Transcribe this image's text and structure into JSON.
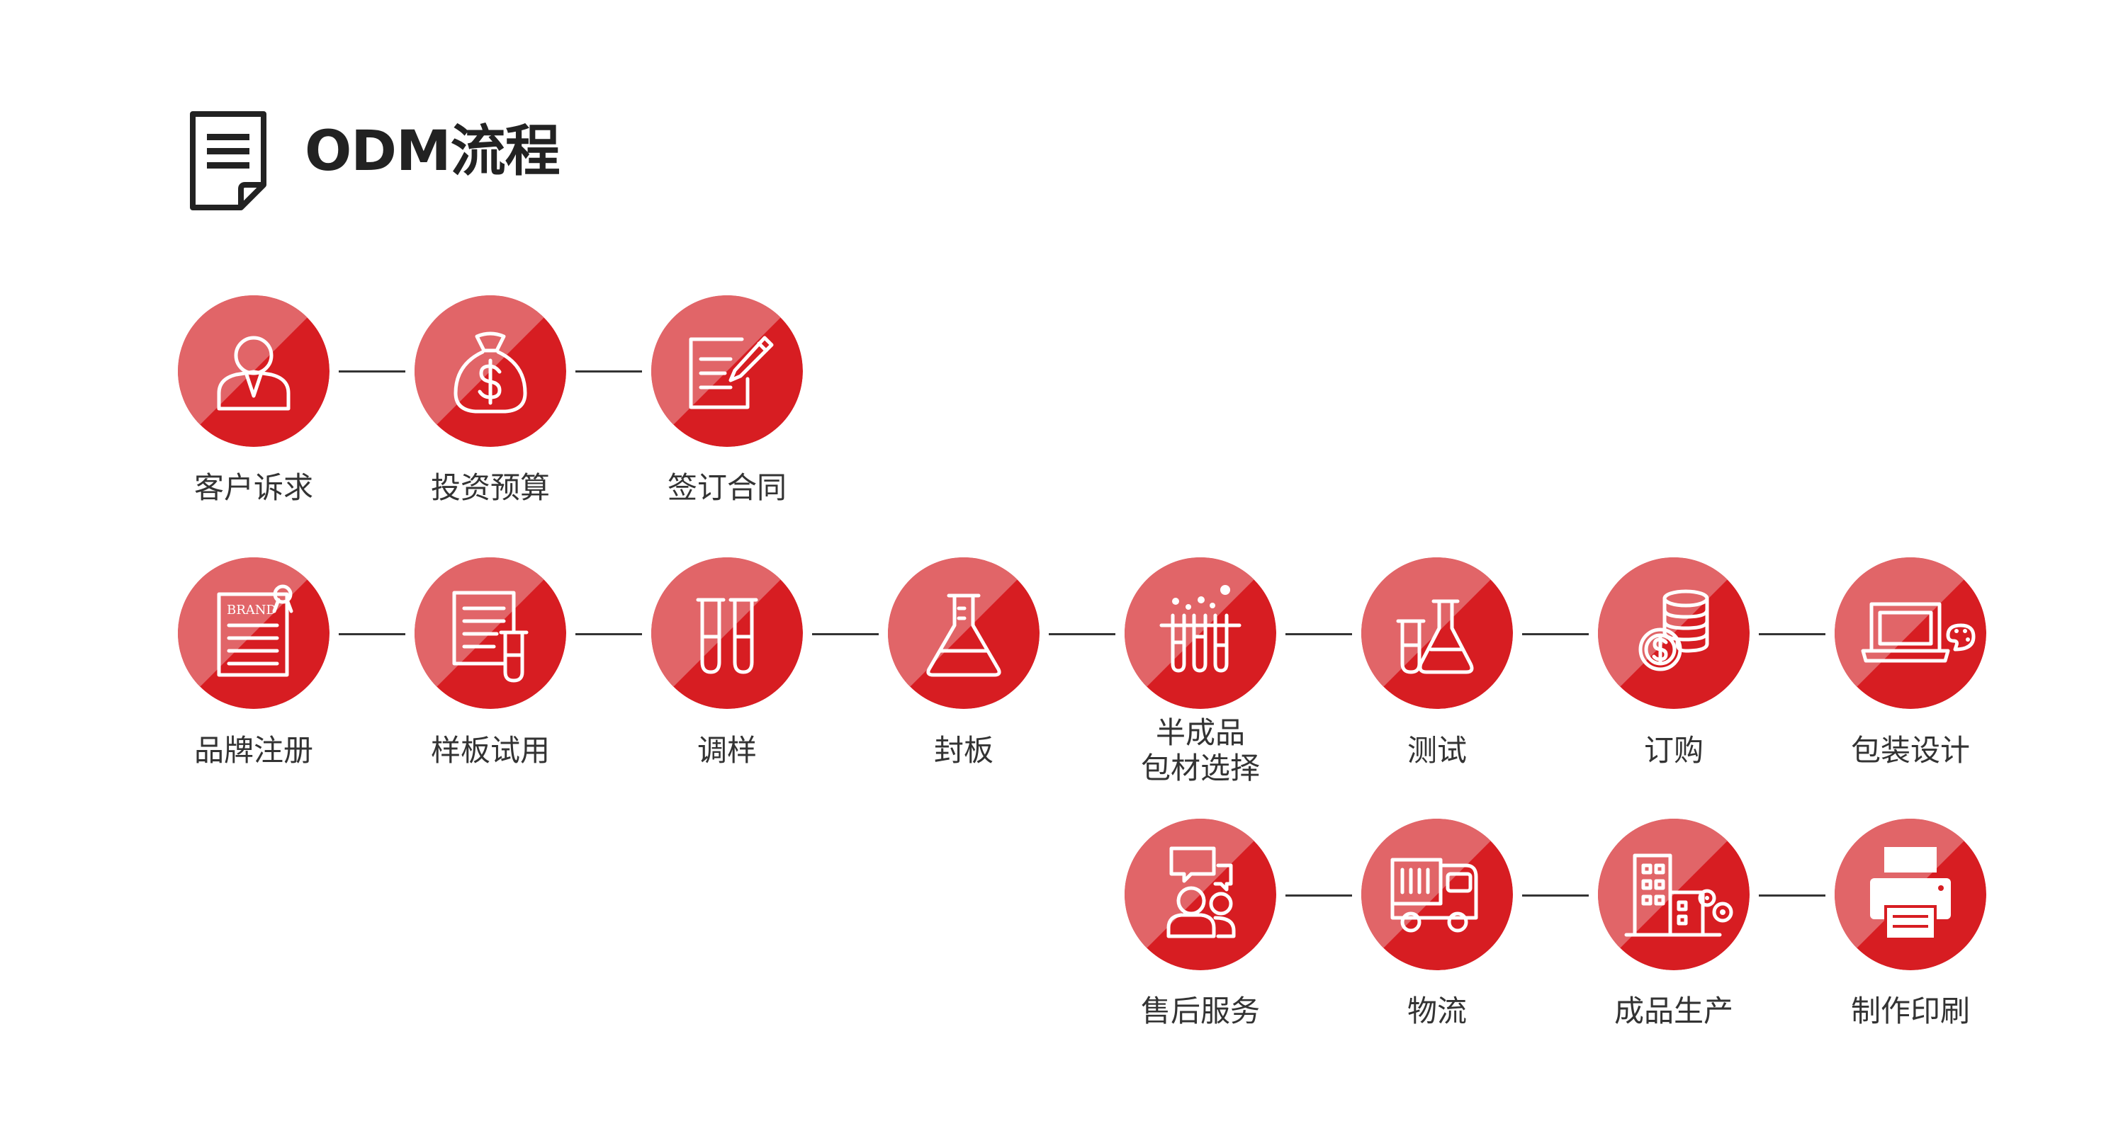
{
  "header": {
    "title": "ODM流程",
    "icon": "document-icon"
  },
  "colors": {
    "circle_main": "#d71d22",
    "circle_light": "#e16568",
    "icon_stroke": "#ffffff",
    "connector": "#333333",
    "label": "#333333"
  },
  "rows": [
    {
      "steps": [
        {
          "label": "客户诉求",
          "icon": "customer-icon"
        },
        {
          "label": "投资预算",
          "icon": "money-bag-icon"
        },
        {
          "label": "签订合同",
          "icon": "contract-sign-icon"
        }
      ]
    },
    {
      "steps": [
        {
          "label": "品牌注册",
          "icon": "brand-certificate-icon",
          "icon_text": "BRAND"
        },
        {
          "label": "样板试用",
          "icon": "sample-document-icon"
        },
        {
          "label": "调样",
          "icon": "test-tubes-icon"
        },
        {
          "label": "封板",
          "icon": "flask-icon"
        },
        {
          "label": "半成品",
          "label2": "包材选择",
          "icon": "test-tube-rack-icon"
        },
        {
          "label": "测试",
          "icon": "beaker-testing-icon"
        },
        {
          "label": "订购",
          "icon": "coin-stack-icon"
        },
        {
          "label": "包装设计",
          "icon": "laptop-palette-icon"
        }
      ]
    },
    {
      "steps": [
        {
          "label": "售后服务",
          "icon": "customer-service-icon"
        },
        {
          "label": "物流",
          "icon": "delivery-truck-icon"
        },
        {
          "label": "成品生产",
          "icon": "factory-icon"
        },
        {
          "label": "制作印刷",
          "icon": "printer-icon"
        }
      ]
    }
  ]
}
